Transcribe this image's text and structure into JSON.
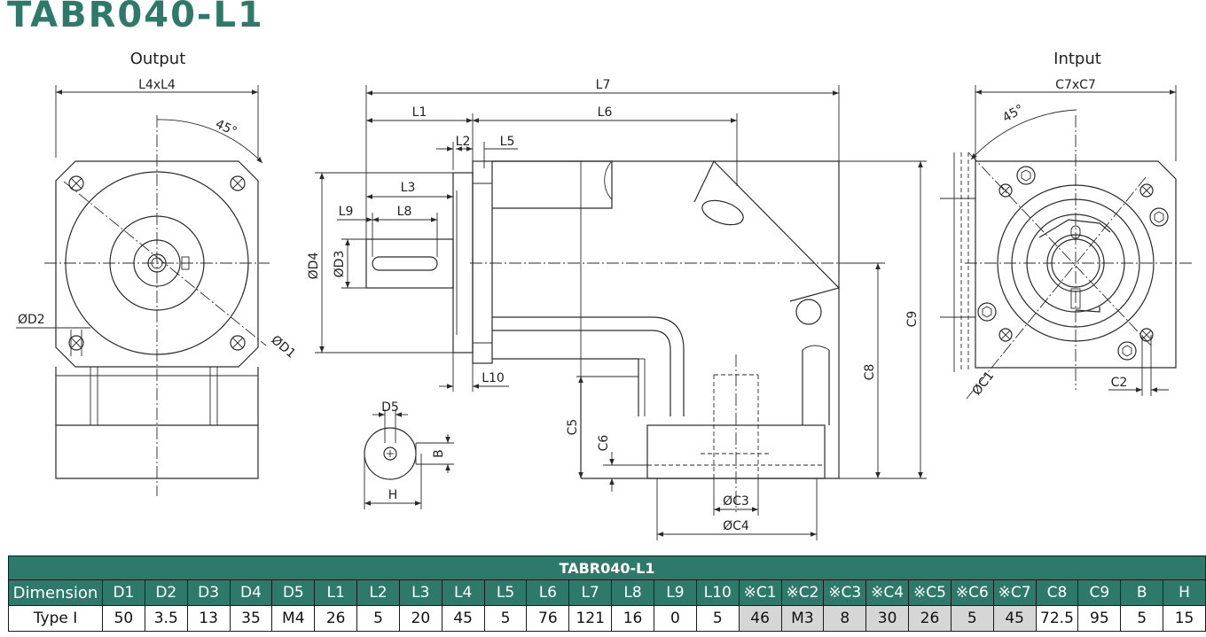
{
  "title": "TABR040-L1",
  "views": {
    "output": "Output",
    "input": "Intput"
  },
  "dims": {
    "l4xl4": "L4xL4",
    "deg45": "45°",
    "d2": "ØD2",
    "d1": "ØD1",
    "l7": "L7",
    "l1": "L1",
    "l6": "L6",
    "l2": "L2",
    "l5": "L5",
    "l3": "L3",
    "l9": "L9",
    "l8": "L8",
    "d4": "ØD4",
    "d3": "ØD3",
    "l10": "L10",
    "c5": "C5",
    "c6": "C6",
    "c8": "C8",
    "c9": "C9",
    "c3": "ØC3",
    "c4": "ØC4",
    "c7xc7": "C7xC7",
    "c1": "ØC1",
    "c2": "C2",
    "d5": "D5",
    "b": "B",
    "h": "H"
  },
  "table": {
    "title": "TABR040-L1",
    "header_label": "Dimension",
    "columns": [
      "D1",
      "D2",
      "D3",
      "D4",
      "D5",
      "L1",
      "L2",
      "L3",
      "L4",
      "L5",
      "L6",
      "L7",
      "L8",
      "L9",
      "L10",
      "※C1",
      "※C2",
      "※C3",
      "※C4",
      "※C5",
      "※C6",
      "※C7",
      "C8",
      "C9",
      "B",
      "H"
    ],
    "row_label": "Type I",
    "values": [
      "50",
      "3.5",
      "13",
      "35",
      "M4",
      "26",
      "5",
      "20",
      "45",
      "5",
      "76",
      "121",
      "16",
      "0",
      "5",
      "46",
      "M3",
      "8",
      "30",
      "26",
      "5",
      "45",
      "72.5",
      "95",
      "5",
      "15"
    ]
  }
}
